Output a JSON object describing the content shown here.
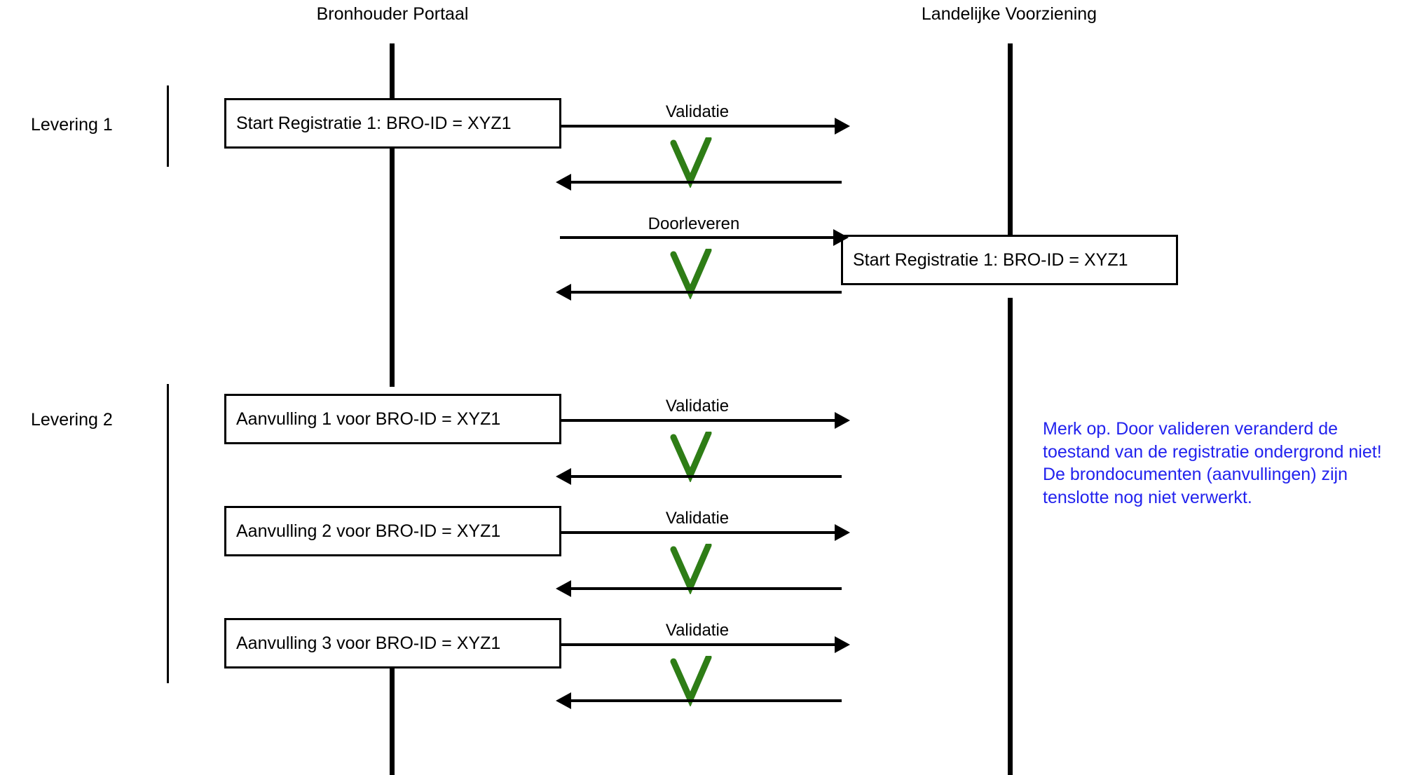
{
  "diagram": {
    "title": "BRO levering sequence diagram",
    "colors": {
      "line": "#000000",
      "check": "#2e7d16",
      "note": "#2222ee",
      "background": "#ffffff"
    },
    "lifelines": [
      {
        "name": "bronhouder-portaal",
        "label": "Bronhouder Portaal"
      },
      {
        "name": "landelijke-voorziening",
        "label": "Landelijke Voorziening"
      }
    ],
    "phases": [
      {
        "name": "levering-1",
        "label": "Levering 1"
      },
      {
        "name": "levering-2",
        "label": "Levering 2"
      }
    ],
    "boxes": [
      {
        "name": "box-start-registratie-left",
        "label": "Start Registratie 1: BRO-ID = XYZ1"
      },
      {
        "name": "box-start-registratie-right",
        "label": "Start Registratie 1: BRO-ID = XYZ1"
      },
      {
        "name": "box-aanvulling-1",
        "label": "Aanvulling 1 voor BRO-ID = XYZ1"
      },
      {
        "name": "box-aanvulling-2",
        "label": "Aanvulling 2 voor BRO-ID = XYZ1"
      },
      {
        "name": "box-aanvulling-3",
        "label": "Aanvulling 3 voor BRO-ID = XYZ1"
      }
    ],
    "messages": [
      {
        "name": "msg-validatie-1",
        "label": "Validatie",
        "direction": "right"
      },
      {
        "name": "msg-response-1",
        "label": "",
        "direction": "left"
      },
      {
        "name": "msg-doorleveren",
        "label": "Doorleveren",
        "direction": "right"
      },
      {
        "name": "msg-response-2",
        "label": "",
        "direction": "left"
      },
      {
        "name": "msg-validatie-2",
        "label": "Validatie",
        "direction": "right"
      },
      {
        "name": "msg-response-3",
        "label": "",
        "direction": "left"
      },
      {
        "name": "msg-validatie-3",
        "label": "Validatie",
        "direction": "right"
      },
      {
        "name": "msg-response-4",
        "label": "",
        "direction": "left"
      },
      {
        "name": "msg-validatie-4",
        "label": "Validatie",
        "direction": "right"
      },
      {
        "name": "msg-response-5",
        "label": "",
        "direction": "left"
      }
    ],
    "checks": [
      {
        "name": "check-mark-1"
      },
      {
        "name": "check-mark-2"
      },
      {
        "name": "check-mark-3"
      },
      {
        "name": "check-mark-4"
      },
      {
        "name": "check-mark-5"
      }
    ],
    "note": {
      "name": "annotation-note",
      "text": "Merk  op. Door valideren veranderd de toestand van de registratie ondergrond niet! De brondocumenten (aanvullingen) zijn tenslotte nog niet verwerkt."
    }
  }
}
